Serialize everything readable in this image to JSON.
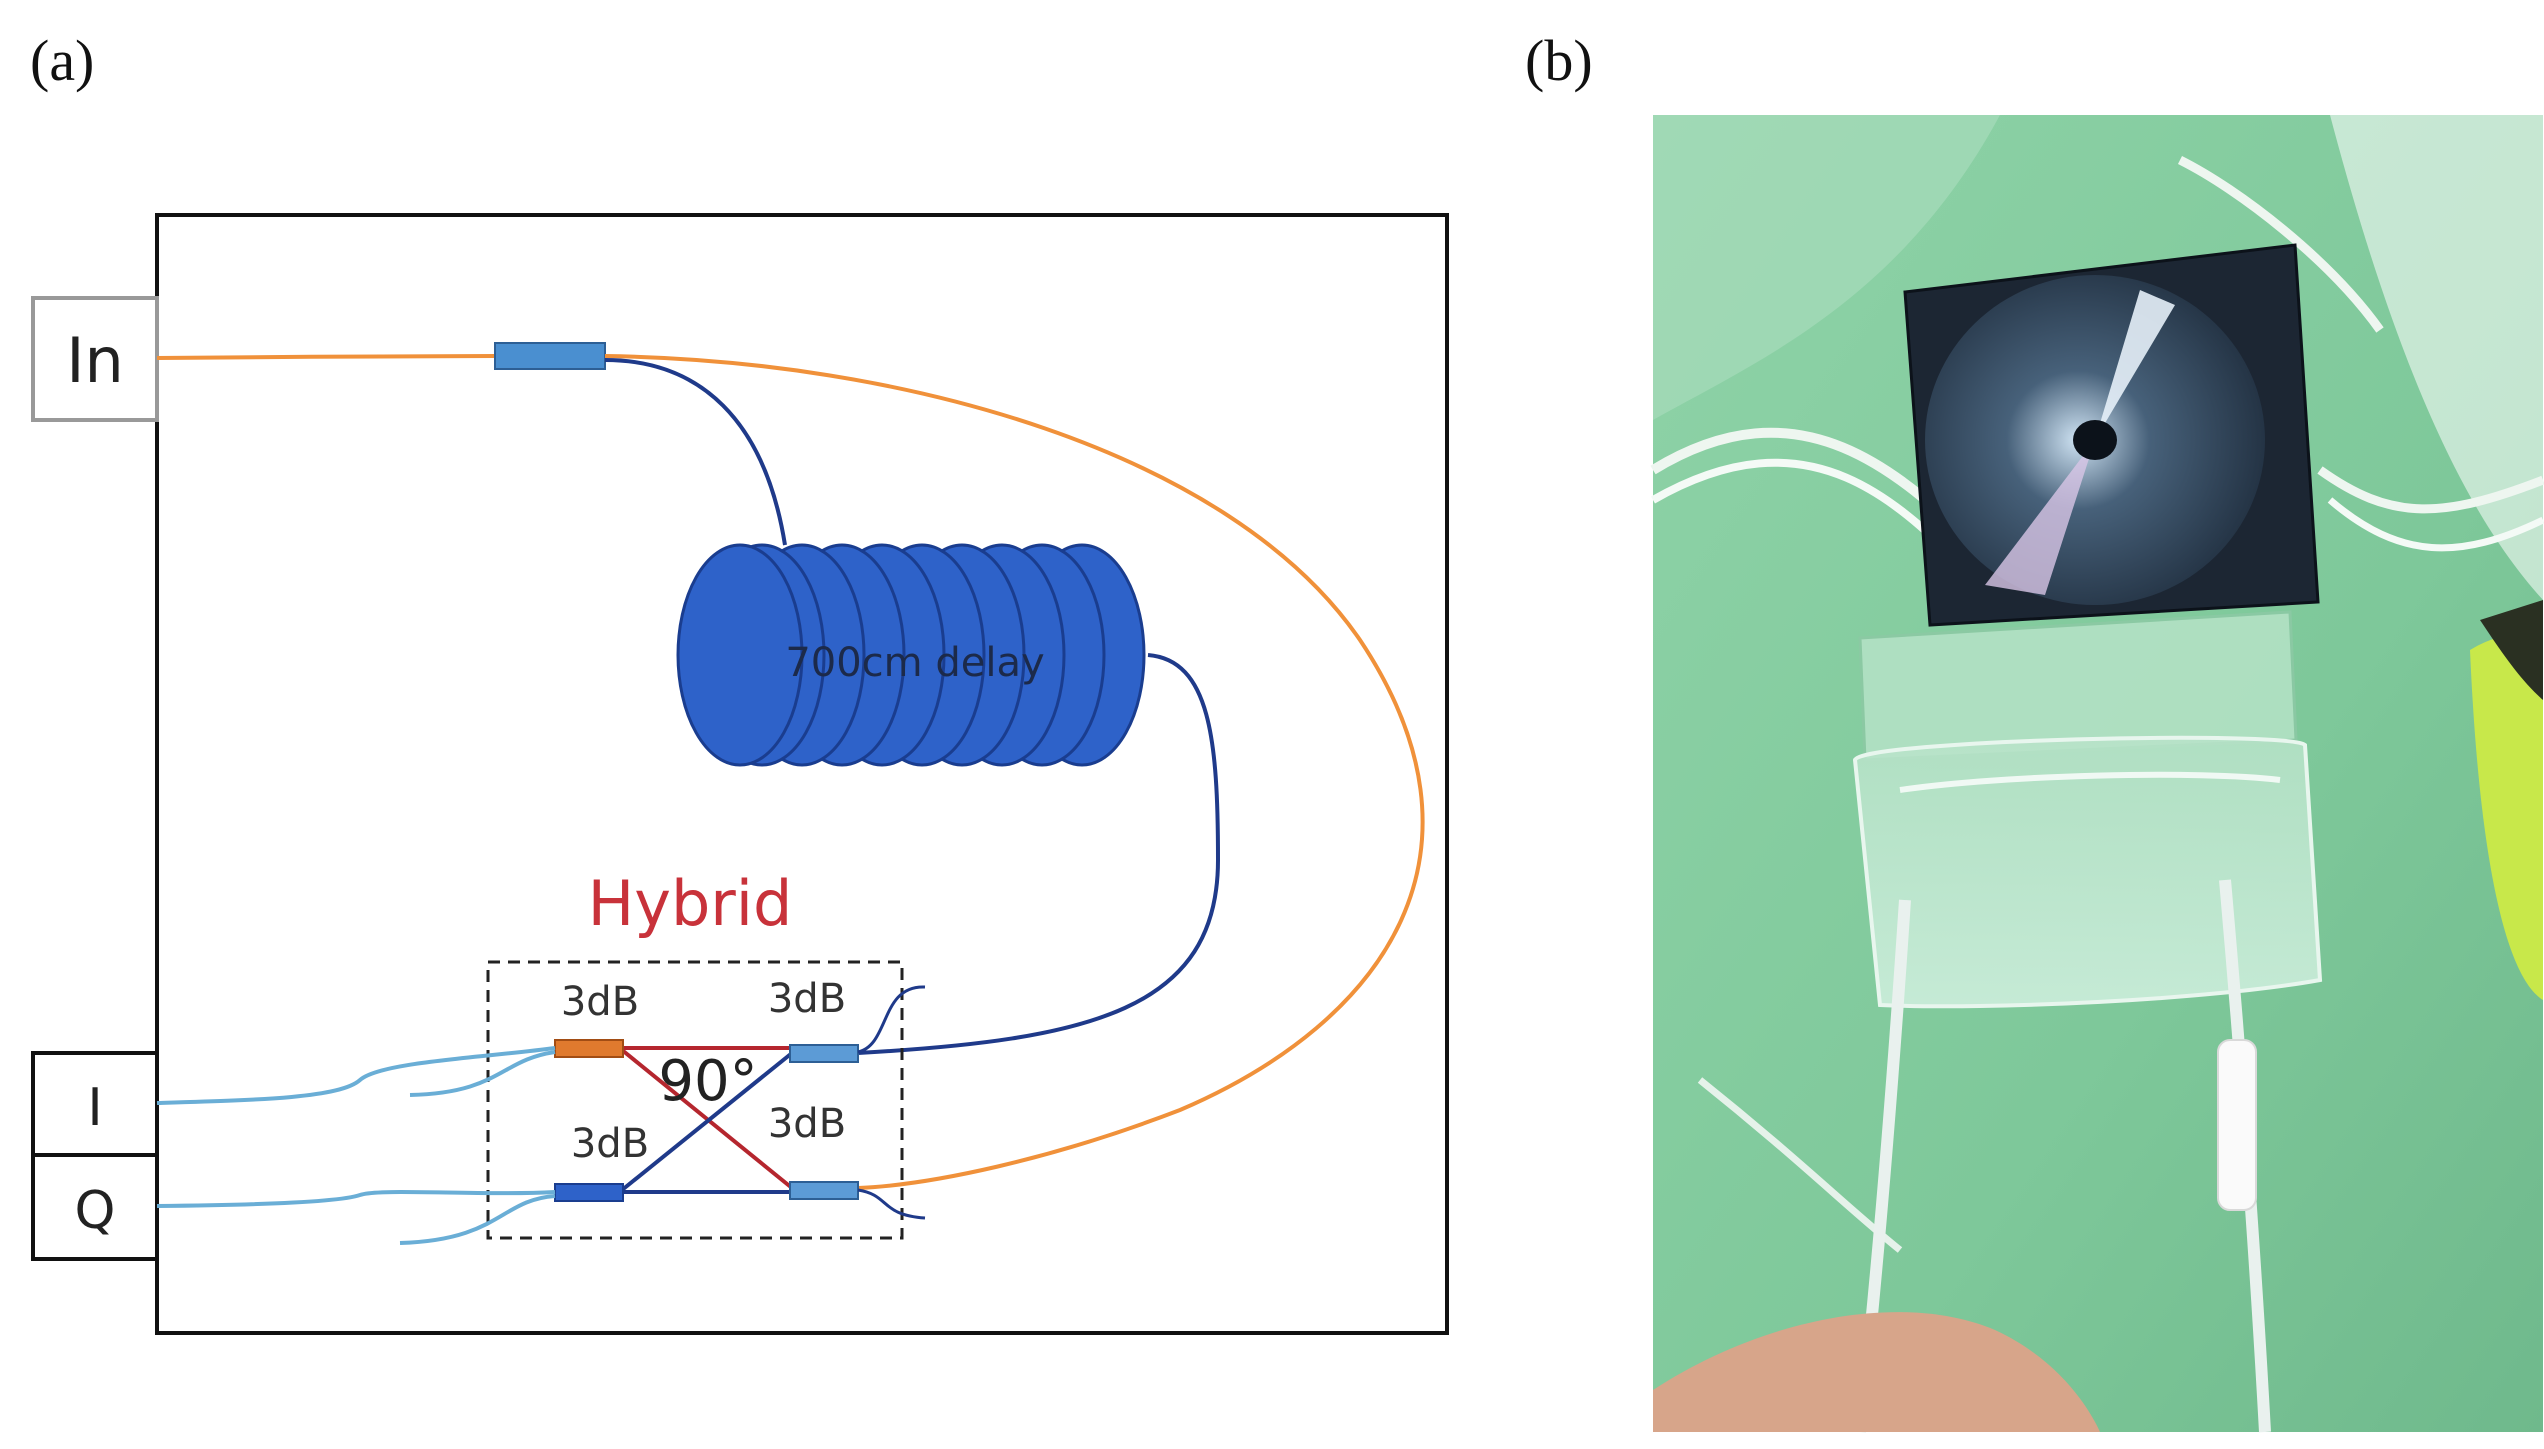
{
  "panel_a": {
    "label": "(a)",
    "port_in": "In",
    "port_i": "I",
    "port_q": "Q",
    "coil_label": "700cm delay",
    "hybrid_title": "Hybrid",
    "coupler_tl": "3dB",
    "coupler_tr": "3dB",
    "coupler_bl": "3dB",
    "coupler_br": "3dB",
    "phase_shift": "90°"
  },
  "panel_b": {
    "label": "(b)"
  },
  "colors": {
    "fiber_orange": "#f0913a",
    "fiber_navy": "#1f3a8a",
    "fiber_lightblue": "#6aaed6",
    "coupler_blue": "#4a8fd0",
    "coupler_orange": "#e07a2e",
    "coil_blue": "#2e62c9",
    "hybrid_red": "#c8323a",
    "photo_green": "#7ec89a"
  }
}
